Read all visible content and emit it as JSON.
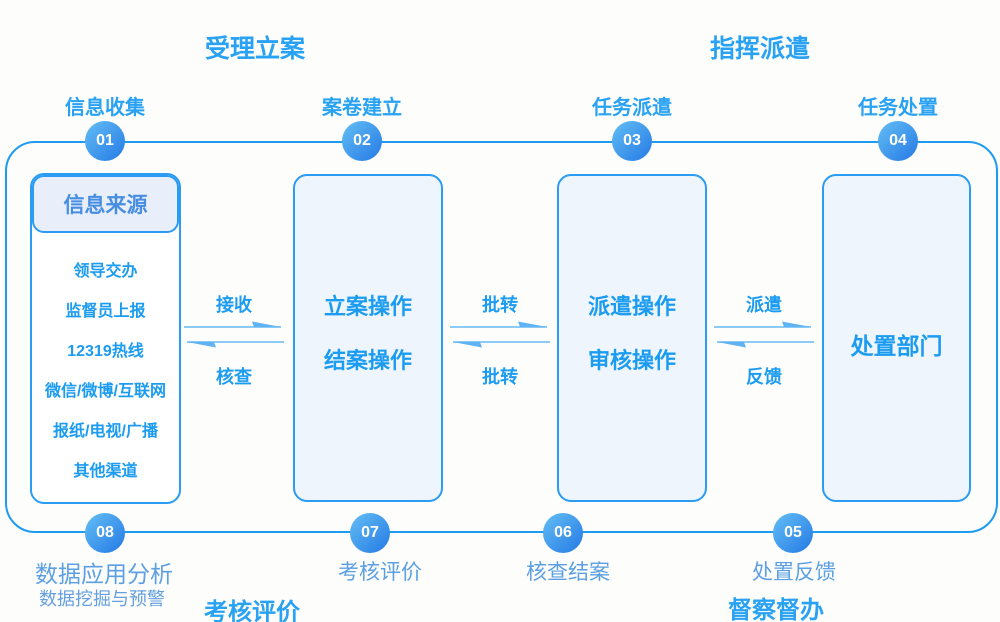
{
  "colors": {
    "background": "#fdfdfb",
    "accent_headers": "#29a2f4",
    "loop_border": "#1d9bf1",
    "box_border": "#2b9cf3",
    "box_fill": "#eef5fd",
    "box_text": "#1c9cf0",
    "pill_fill": "#e8effa",
    "pill_text": "#478ee2",
    "muted_label": "#5c9fe3",
    "circle_gradient_start": "#5ab4f2",
    "circle_gradient_end": "#2b80e6",
    "arrow_line": "#8ccaf7",
    "arrow_head": "#5fb2f3",
    "circle_number_text": "#ffffff"
  },
  "phases": {
    "top_left": "受理立案",
    "top_right": "指挥派遣",
    "bottom_left": "考核评价",
    "bottom_right": "督察督办"
  },
  "stages": [
    {
      "num": "01",
      "label": "信息收集"
    },
    {
      "num": "02",
      "label": "案卷建立"
    },
    {
      "num": "03",
      "label": "任务派遣"
    },
    {
      "num": "04",
      "label": "任务处置"
    },
    {
      "num": "05",
      "label": "处置反馈"
    },
    {
      "num": "06",
      "label": "核查结案"
    },
    {
      "num": "07",
      "label": "考核评价"
    },
    {
      "num": "08",
      "label": "数据应用分析",
      "sublabel": "数据挖掘与预警"
    }
  ],
  "boxes": {
    "source": {
      "header": "信息来源",
      "items": [
        "领导交办",
        "监督员上报",
        "12319热线",
        "微信/微博/互联网",
        "报纸/电视/广播",
        "其他渠道"
      ]
    },
    "filing": {
      "line1": "立案操作",
      "line2": "结案操作"
    },
    "dispatch": {
      "line1": "派遣操作",
      "line2": "审核操作"
    },
    "handling": {
      "line1": "处置部门"
    }
  },
  "flows": [
    {
      "top": "接收",
      "bottom": "核查"
    },
    {
      "top": "批转",
      "bottom": "批转"
    },
    {
      "top": "派遣",
      "bottom": "反馈"
    }
  ]
}
